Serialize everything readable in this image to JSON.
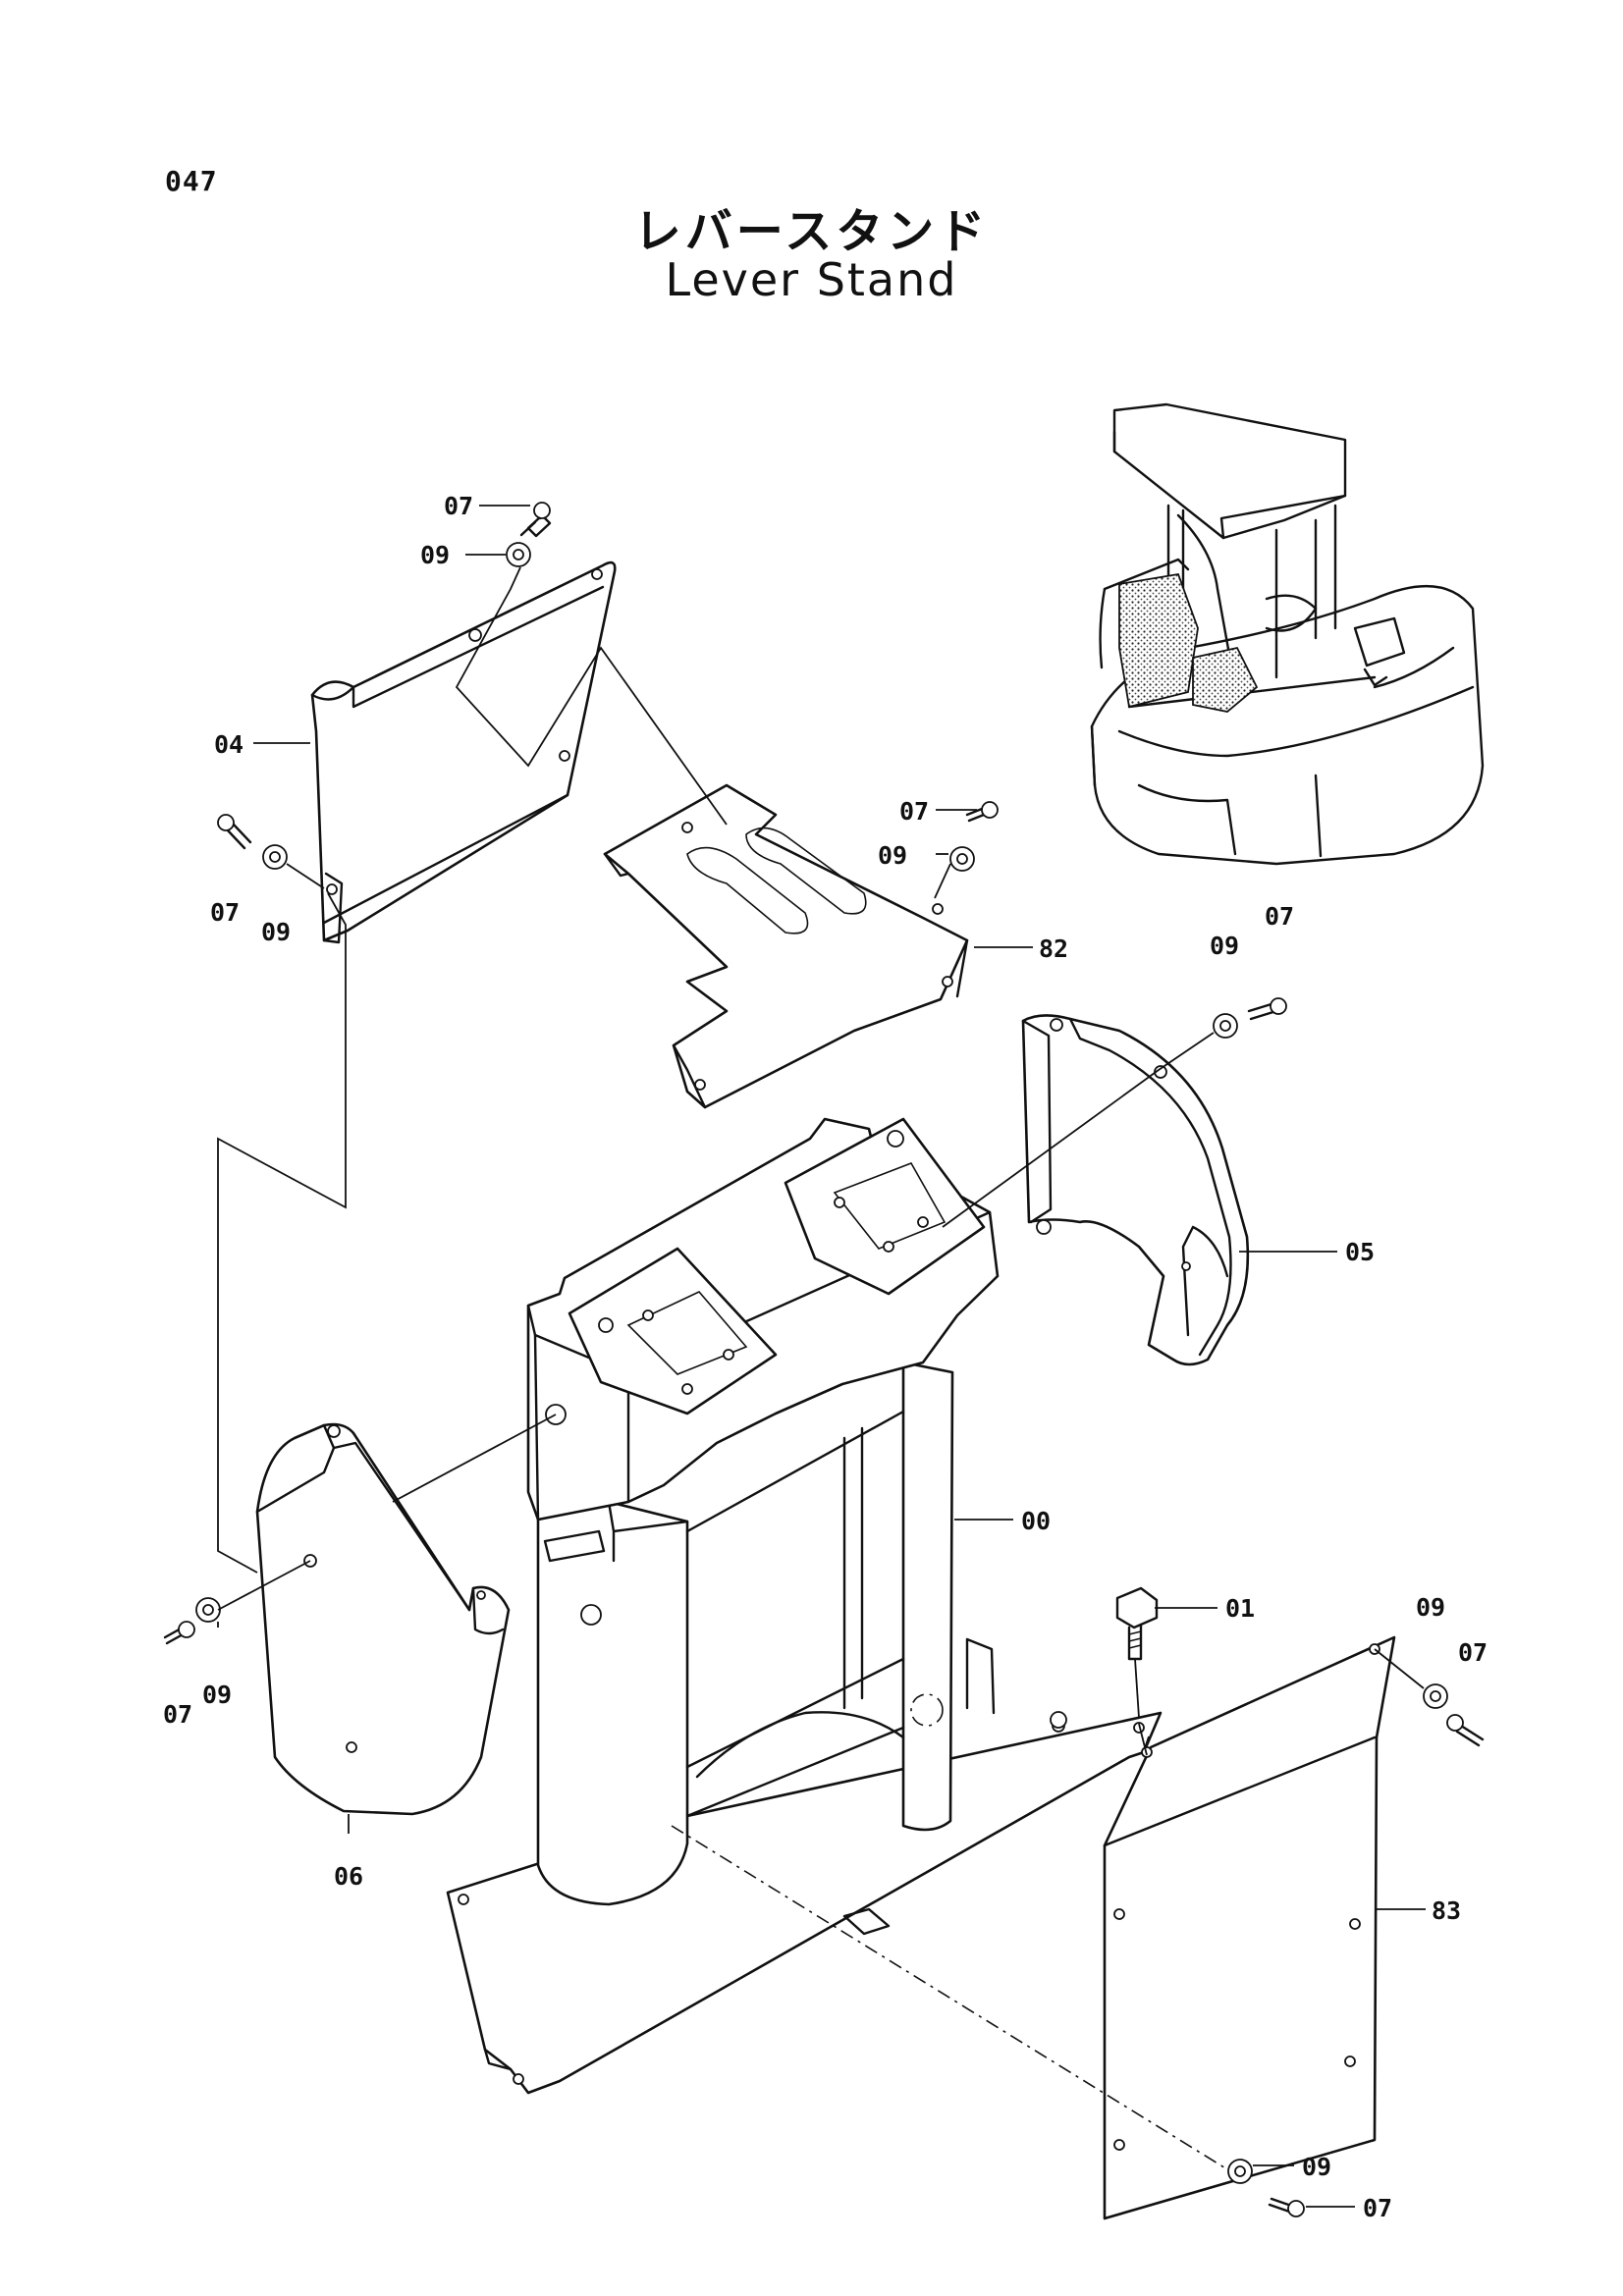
{
  "page": {
    "number": "047"
  },
  "title": {
    "japanese": "レバースタンド",
    "english": "Lever Stand"
  },
  "callouts": {
    "c07_top": "07",
    "c09_top": "09",
    "c04": "04",
    "c07_left": "07",
    "c09_left": "09",
    "c07_mid": "07",
    "c09_mid": "09",
    "c82": "82",
    "c09_right": "09",
    "c07_right": "07",
    "c05": "05",
    "c00": "00",
    "c01": "01",
    "c07_low_left": "07",
    "c09_low_left": "09",
    "c06": "06",
    "c09_low_right": "09",
    "c07_low_right": "07",
    "c83": "83",
    "c09_bottom": "09",
    "c07_bottom": "07"
  }
}
